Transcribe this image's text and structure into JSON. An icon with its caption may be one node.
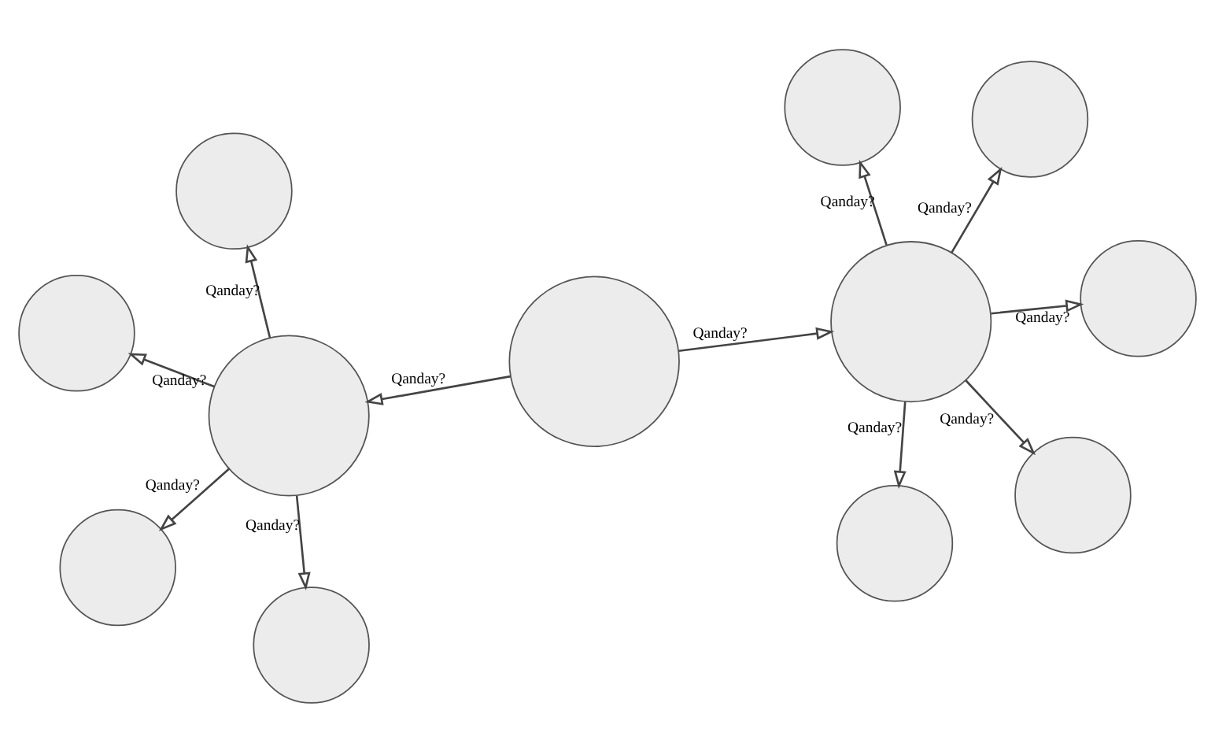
{
  "diagram": {
    "nodes": [
      {
        "text": [],
        "shape": "circle"
      },
      {
        "text": [],
        "shape": "circle"
      },
      {
        "text": [],
        "shape": "circle"
      },
      {
        "text": [],
        "shape": "circle"
      },
      {
        "text": [],
        "shape": "circle"
      },
      {
        "text": [],
        "shape": "circle"
      },
      {
        "text": [],
        "shape": "circle"
      },
      {
        "text": [],
        "shape": "circle"
      },
      {
        "text": [],
        "shape": "circle"
      },
      {
        "text": [],
        "shape": "circle"
      },
      {
        "text": [],
        "shape": "circle"
      },
      {
        "text": [],
        "shape": "circle"
      }
    ],
    "edges": [
      {
        "from": 0,
        "to": 4,
        "arrow": "to",
        "label": "Qanday?"
      },
      {
        "from": 0,
        "to": 6,
        "arrow": "to",
        "label": "Qanday?"
      },
      {
        "from": 4,
        "to": 1,
        "arrow": "to",
        "label": "Qanday?"
      },
      {
        "from": 4,
        "to": 2,
        "arrow": "to",
        "label": "Qanday?"
      },
      {
        "from": 4,
        "to": 3,
        "arrow": "to",
        "label": "Qanday?"
      },
      {
        "from": 4,
        "to": 7,
        "arrow": "to",
        "label": "Qanday?"
      },
      {
        "from": 4,
        "to": 10,
        "arrow": "to",
        "label": "Qanday?"
      },
      {
        "from": 6,
        "to": 5,
        "arrow": "to",
        "label": "Qanday?"
      },
      {
        "from": 6,
        "to": 8,
        "arrow": "to",
        "label": "Qanday?"
      },
      {
        "from": 6,
        "to": 11,
        "arrow": "to",
        "label": "Qanday?"
      },
      {
        "from": 6,
        "to": 9,
        "arrow": "to",
        "label": "Qanday?"
      }
    ]
  }
}
